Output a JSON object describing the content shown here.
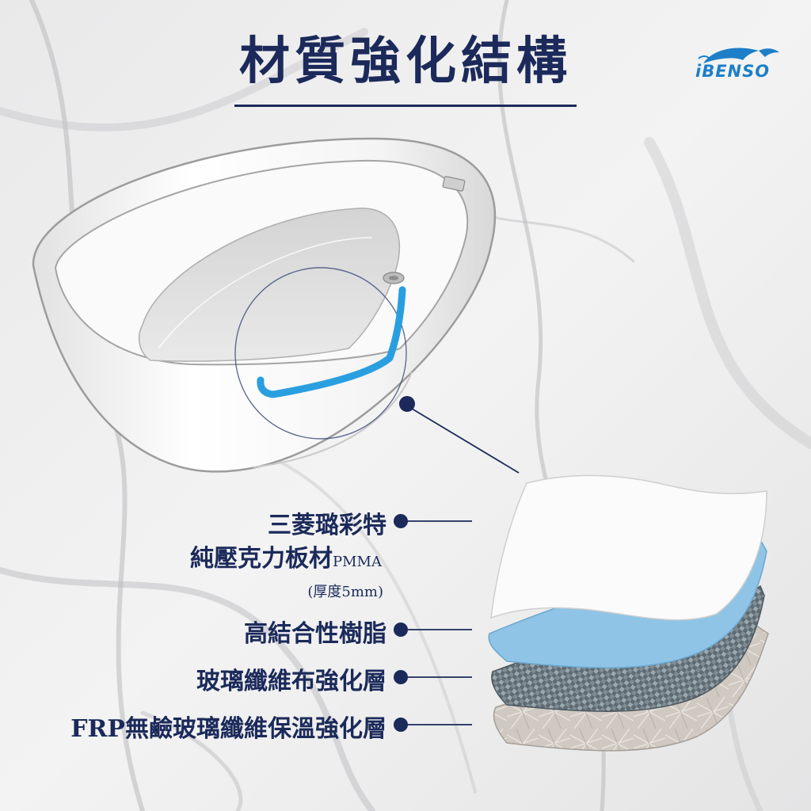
{
  "title": "材質強化結構",
  "brand": {
    "name": "iBENSO",
    "logo_icon": "dolphin-icon",
    "color": "#1d7fc7"
  },
  "colors": {
    "navy": "#1b2a5a",
    "highlight_blue": "#2a9fe0",
    "resin_blue": "#8fc4e6"
  },
  "layers": [
    {
      "label_main": "三菱璐彩特",
      "label_line2": "純壓克力板材",
      "label_line2_suffix": "PMMA",
      "note": "(厚度5mm)"
    },
    {
      "label_main": "高結合性樹脂"
    },
    {
      "label_main": "玻璃纖維布強化層"
    },
    {
      "label_main": "FRP無鹼玻璃纖維保溫強化層"
    }
  ]
}
